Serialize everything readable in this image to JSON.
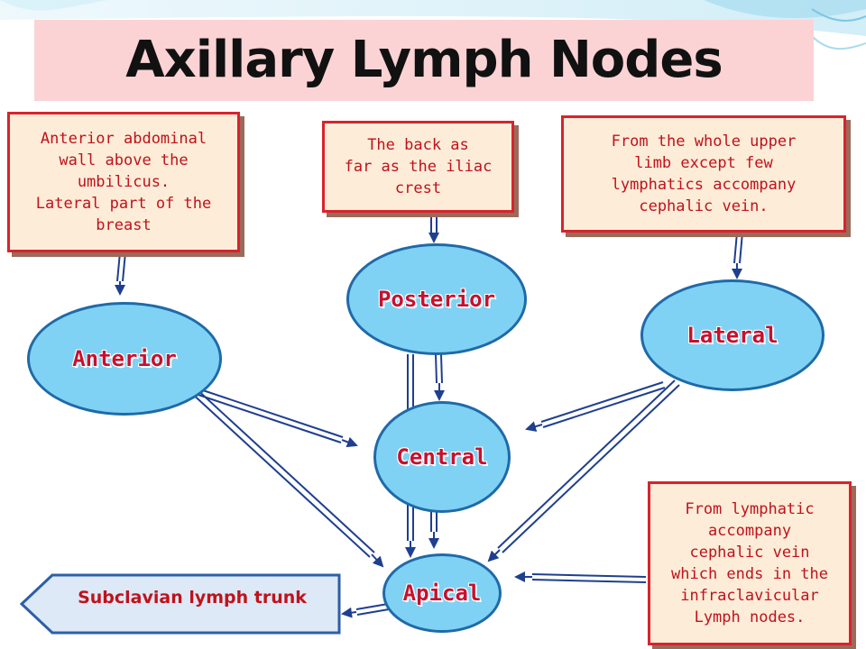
{
  "title": "Axillary Lymph Nodes",
  "source_boxes": {
    "anterior": "Anterior abdominal\nwall above the\numbilicus.\nLateral part of the\nbreast",
    "posterior": "The back as\nfar as the iliac\ncrest",
    "lateral": "From the whole upper\nlimb except few\nlymphatics accompany\ncephalic vein.",
    "apical": "From lymphatic\naccompany\ncephalic vein\nwhich ends in the\ninfraclavicular\nLymph nodes."
  },
  "nodes": {
    "anterior": "Anterior",
    "posterior": "Posterior",
    "lateral": "Lateral",
    "central": "Central",
    "apical": "Apical"
  },
  "output": "Subclavian lymph trunk",
  "colors": {
    "title_bg": "#fbd3d5",
    "node_fill": "#7fd2f4",
    "node_border": "#1f6aa8",
    "node_text": "#c8102e",
    "box_fill": "#fdecd8",
    "box_border": "#d9232d",
    "box_text": "#c0121c",
    "arrow": "#1f3f8f"
  }
}
